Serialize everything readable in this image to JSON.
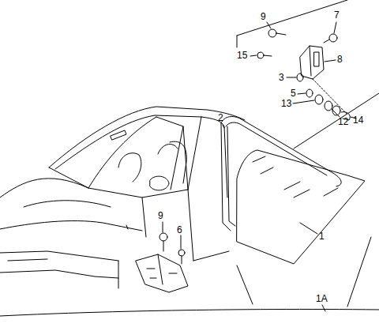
{
  "diagram": {
    "labels": [
      "9",
      "7",
      "15",
      "8",
      "3",
      "5",
      "13",
      "12",
      "14",
      "2",
      "1",
      "9",
      "6",
      "1A"
    ]
  }
}
